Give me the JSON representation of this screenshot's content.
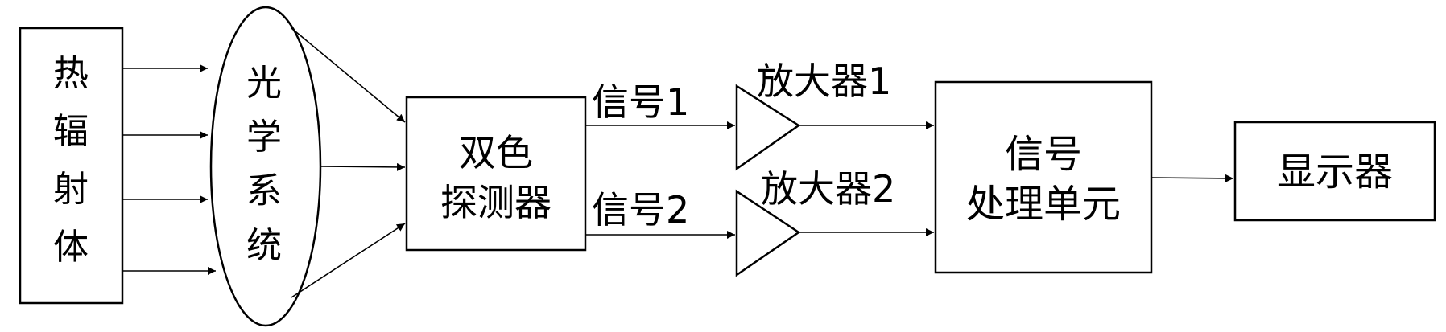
{
  "blocks": {
    "heat_source": {
      "lines": [
        "热",
        "辐",
        "射",
        "体"
      ]
    },
    "optical_system": {
      "lines": [
        "光",
        "学",
        "系",
        "统"
      ]
    },
    "detector": {
      "lines": [
        "双色",
        "探测器"
      ]
    },
    "processing_unit": {
      "lines": [
        "信号",
        "处理单元"
      ]
    },
    "display": {
      "label": "显示器"
    }
  },
  "signals": {
    "signal1": "信号1",
    "signal2": "信号2"
  },
  "amplifiers": {
    "amp1": "放大器1",
    "amp2": "放大器2"
  },
  "colors": {
    "stroke": "#000000",
    "background": "#ffffff"
  }
}
